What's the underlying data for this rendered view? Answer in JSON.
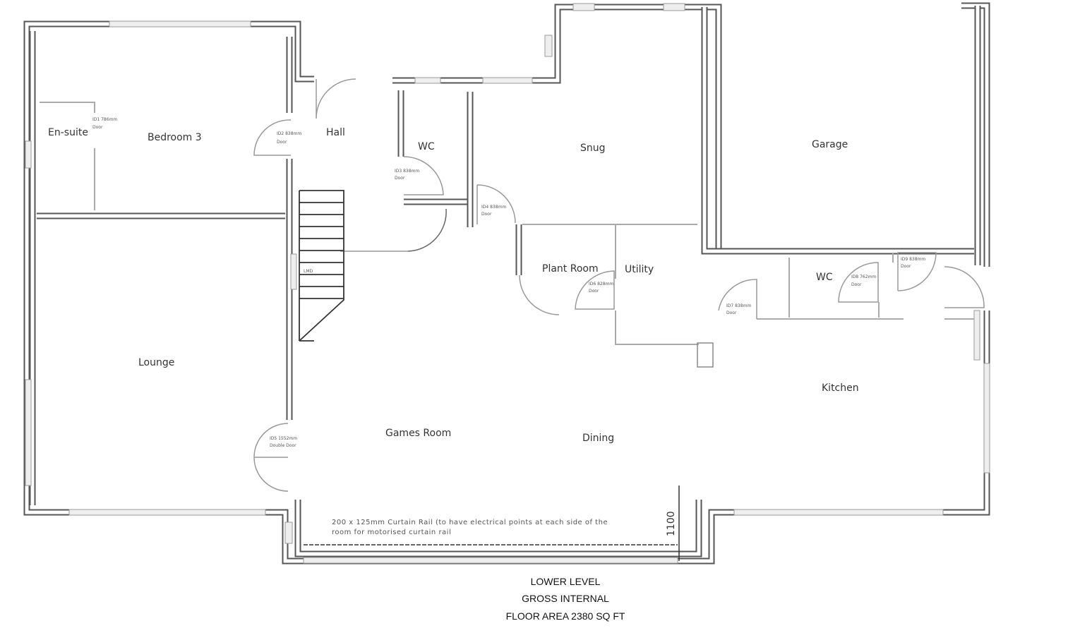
{
  "rooms": {
    "ensuite": "En-suite",
    "bedroom3": "Bedroom 3",
    "hall": "Hall",
    "wc1": "WC",
    "snug": "Snug",
    "garage": "Garage",
    "plant_room": "Plant Room",
    "utility": "Utility",
    "wc2": "WC",
    "kitchen": "Kitchen",
    "lounge": "Lounge",
    "games_room": "Games Room",
    "dining": "Dining"
  },
  "doors": [
    {
      "id": "ID1 786mm",
      "type": "Door"
    },
    {
      "id": "ID2 838mm",
      "type": "Door"
    },
    {
      "id": "ID3 838mm",
      "type": "Door"
    },
    {
      "id": "ID4 838mm",
      "type": "Door"
    },
    {
      "id": "ID5 1552mm",
      "type": "Double Door"
    },
    {
      "id": "ID6 828mm",
      "type": "Door"
    },
    {
      "id": "ID7 838mm",
      "type": "Door"
    },
    {
      "id": "ID8 762mm",
      "type": "Door"
    },
    {
      "id": "ID9 838mm",
      "type": "Door"
    }
  ],
  "stair_label": "LMD",
  "note": {
    "line1": "200 x 125mm Curtain Rail (to have electrical points at each side of the",
    "line2": "room for motorised curtain rail"
  },
  "dimension": "1100",
  "caption": {
    "line1": "LOWER LEVEL",
    "line2": "GROSS INTERNAL",
    "line3": "FLOOR AREA 2380 SQ FT"
  }
}
